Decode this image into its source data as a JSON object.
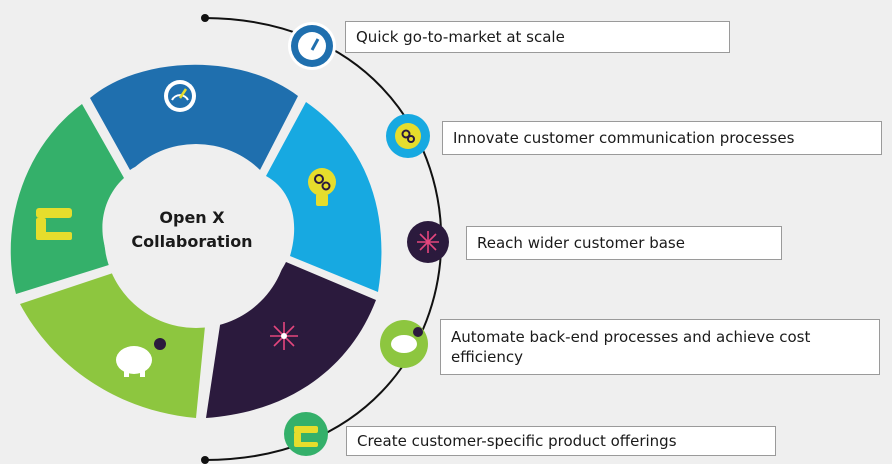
{
  "center": {
    "line1": "Open X",
    "line2": "Collaboration"
  },
  "items": [
    {
      "id": "go-to-market",
      "label": "Quick go-to-market at scale",
      "icon": "speedometer-icon",
      "color": "#1f6fae"
    },
    {
      "id": "innovate",
      "label": "Innovate customer communication processes",
      "icon": "lightbulb-gears-icon",
      "color": "#17a9e1"
    },
    {
      "id": "reach",
      "label": "Reach wider customer base",
      "icon": "network-burst-icon",
      "color": "#2b1a3d"
    },
    {
      "id": "automate",
      "label": "Automate back-end processes and achieve cost efficiency",
      "icon": "piggy-bank-icon",
      "color": "#8dc63f"
    },
    {
      "id": "create",
      "label": "Create customer-specific product offerings",
      "icon": "sewing-machine-icon",
      "color": "#34b06a"
    }
  ],
  "colors": {
    "background": "#efefef",
    "line": "#111111",
    "accent_yellow": "#e6dd2c",
    "accent_pink": "#e5467d"
  }
}
